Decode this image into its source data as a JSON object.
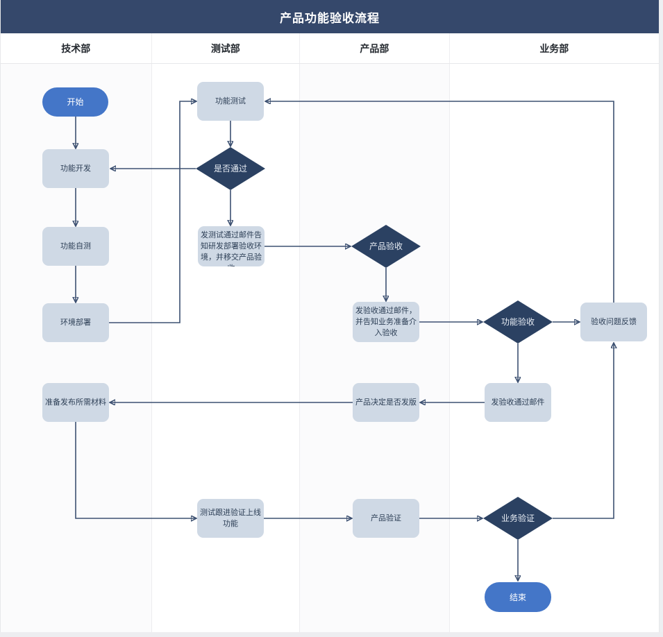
{
  "title": "产品功能验收流程",
  "lanes": [
    {
      "label": "技术部"
    },
    {
      "label": "测试部"
    },
    {
      "label": "产品部"
    },
    {
      "label": "业务部"
    }
  ],
  "nodes": {
    "start": {
      "label": "开始",
      "type": "terminal",
      "lane": "技术部"
    },
    "func_dev": {
      "label": "功能开发",
      "type": "process",
      "lane": "技术部"
    },
    "func_selftest": {
      "label": "功能自测",
      "type": "process",
      "lane": "技术部"
    },
    "env_deploy": {
      "label": "环境部署",
      "type": "process",
      "lane": "技术部"
    },
    "prepare_materials": {
      "label": "准备发布所需材料",
      "type": "process",
      "lane": "技术部"
    },
    "func_test": {
      "label": "功能测试",
      "type": "process",
      "lane": "测试部"
    },
    "pass_decision": {
      "label": "是否通过",
      "type": "decision",
      "lane": "测试部"
    },
    "notify_deploy": {
      "label": "发测试通过邮件告知研发部署验收环境，并移交产品验收",
      "type": "process",
      "lane": "测试部"
    },
    "test_followup": {
      "label": "测试跟进验证上线功能",
      "type": "process",
      "lane": "测试部"
    },
    "product_accept": {
      "label": "产品验收",
      "type": "decision",
      "lane": "产品部"
    },
    "notify_business": {
      "label": "发验收通过邮件，并告知业务准备介入验收",
      "type": "process",
      "lane": "产品部"
    },
    "release_decision": {
      "label": "产品决定是否发版",
      "type": "process",
      "lane": "产品部"
    },
    "product_verify": {
      "label": "产品验证",
      "type": "process",
      "lane": "产品部"
    },
    "func_accept": {
      "label": "功能验收",
      "type": "decision",
      "lane": "业务部"
    },
    "feedback": {
      "label": "验收问题反馈",
      "type": "process",
      "lane": "业务部"
    },
    "accept_mail": {
      "label": "发验收通过邮件",
      "type": "process",
      "lane": "业务部"
    },
    "business_verify": {
      "label": "业务验证",
      "type": "decision",
      "lane": "业务部"
    },
    "end": {
      "label": "结束",
      "type": "terminal",
      "lane": "业务部"
    }
  },
  "edges": [
    {
      "from": "start",
      "to": "func_dev"
    },
    {
      "from": "func_dev",
      "to": "func_selftest"
    },
    {
      "from": "func_selftest",
      "to": "env_deploy"
    },
    {
      "from": "env_deploy",
      "to": "func_test"
    },
    {
      "from": "func_test",
      "to": "pass_decision"
    },
    {
      "from": "pass_decision",
      "to": "func_dev"
    },
    {
      "from": "pass_decision",
      "to": "notify_deploy"
    },
    {
      "from": "notify_deploy",
      "to": "product_accept"
    },
    {
      "from": "product_accept",
      "to": "notify_business"
    },
    {
      "from": "notify_business",
      "to": "func_accept"
    },
    {
      "from": "func_accept",
      "to": "feedback"
    },
    {
      "from": "func_accept",
      "to": "accept_mail"
    },
    {
      "from": "accept_mail",
      "to": "release_decision"
    },
    {
      "from": "release_decision",
      "to": "prepare_materials"
    },
    {
      "from": "prepare_materials",
      "to": "test_followup"
    },
    {
      "from": "test_followup",
      "to": "product_verify"
    },
    {
      "from": "product_verify",
      "to": "business_verify"
    },
    {
      "from": "business_verify",
      "to": "feedback"
    },
    {
      "from": "business_verify",
      "to": "end"
    },
    {
      "from": "feedback",
      "to": "func_test"
    }
  ],
  "colors": {
    "header_bg": "#35486b",
    "terminal_fill": "#4476c8",
    "process_fill": "#cfd9e5",
    "decision_fill": "#2b4162",
    "connector": "#3c5071",
    "process_text": "#2c3e55"
  }
}
